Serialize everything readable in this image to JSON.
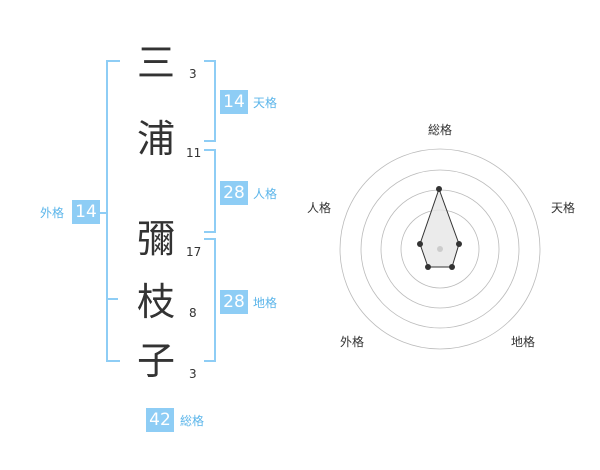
{
  "name": {
    "surname": [
      {
        "char": "三",
        "strokes": "3"
      },
      {
        "char": "浦",
        "strokes": "11"
      }
    ],
    "given": [
      {
        "char": "彌",
        "strokes": "17"
      },
      {
        "char": "枝",
        "strokes": "8"
      },
      {
        "char": "子",
        "strokes": "3"
      }
    ]
  },
  "kakusu": {
    "tenkaku": {
      "value": "14",
      "label": "天格"
    },
    "jinkaku": {
      "value": "28",
      "label": "人格"
    },
    "chikaku": {
      "value": "28",
      "label": "地格"
    },
    "gaikaku": {
      "value": "14",
      "label": "外格"
    },
    "soukaku": {
      "value": "42",
      "label": "総格"
    }
  },
  "radar": {
    "labels": {
      "soukaku": "総格",
      "tenkaku": "天格",
      "chikaku": "地格",
      "gaikaku": "外格",
      "jinkaku": "人格"
    }
  },
  "colors": {
    "accent": "#8ecdf5",
    "accent_text": "#5bb5ea"
  }
}
